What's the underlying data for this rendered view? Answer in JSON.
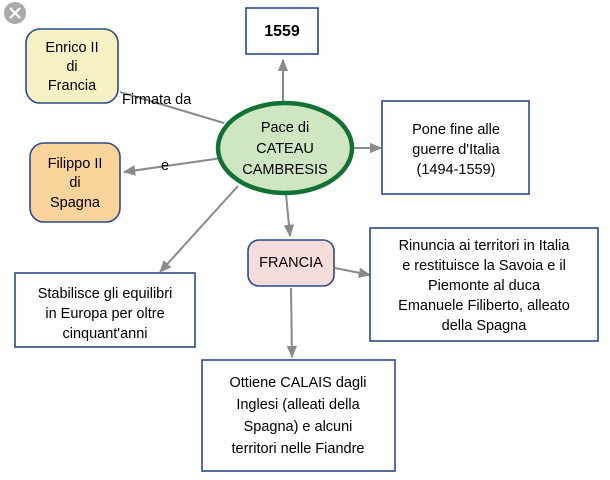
{
  "overlay": {
    "close_icon": "close-icon"
  },
  "diagram": {
    "title_node": {
      "id": "pace-di-cateau-cambresis",
      "lines": [
        "Pace di",
        "CATEAU",
        "CAMBRESIS"
      ],
      "fill": "#cfe6c3",
      "stroke": "#127234"
    },
    "nodes": [
      {
        "id": "anno-1559",
        "lines": [
          "1559"
        ],
        "fill": "#ffffff",
        "stroke": "#2c4a8c",
        "bold": true
      },
      {
        "id": "enrico-ii-di-francia",
        "lines": [
          "Enrico II",
          "di",
          "Francia"
        ],
        "fill": "#f7f2c4",
        "stroke": "#2c4a8c"
      },
      {
        "id": "filippo-ii-di-spagna",
        "lines": [
          "Filippo II",
          "di",
          "Spagna"
        ],
        "fill": "#fbd49c",
        "stroke": "#2c4a8c"
      },
      {
        "id": "pone-fine-guerre-italia",
        "lines": [
          "Pone fine alle",
          "guerre d'Italia",
          "(1494-1559)"
        ],
        "fill": "#ffffff",
        "stroke": "#2c4a8c"
      },
      {
        "id": "stabilisce-equilibri",
        "lines": [
          "Stabilisce gli equilibri",
          "in Europa per oltre",
          "cinquant'anni"
        ],
        "fill": "#ffffff",
        "stroke": "#2c4a8c"
      },
      {
        "id": "francia",
        "lines": [
          "FRANCIA"
        ],
        "fill": "#f7dcdc",
        "stroke": "#2c4a8c"
      },
      {
        "id": "rinuncia-territori",
        "lines": [
          "Rinuncia ai territori in Italia",
          "e restituisce la Savoia e il",
          "Piemonte al duca",
          "Emanuele Filiberto, alleato",
          "della Spagna"
        ],
        "fill": "#ffffff",
        "stroke": "#2c4a8c"
      },
      {
        "id": "ottiene-calais",
        "lines": [
          "Ottiene CALAIS dagli",
          "Inglesi (alleati della",
          "Spagna) e alcuni",
          "territori nelle Fiandre"
        ],
        "fill": "#ffffff",
        "stroke": "#2c4a8c"
      }
    ],
    "edge_labels": [
      {
        "id": "firmata-da",
        "text": "Firmata da"
      },
      {
        "id": "e-label",
        "text": "e"
      }
    ],
    "connector_color": "#8a8a8a"
  }
}
